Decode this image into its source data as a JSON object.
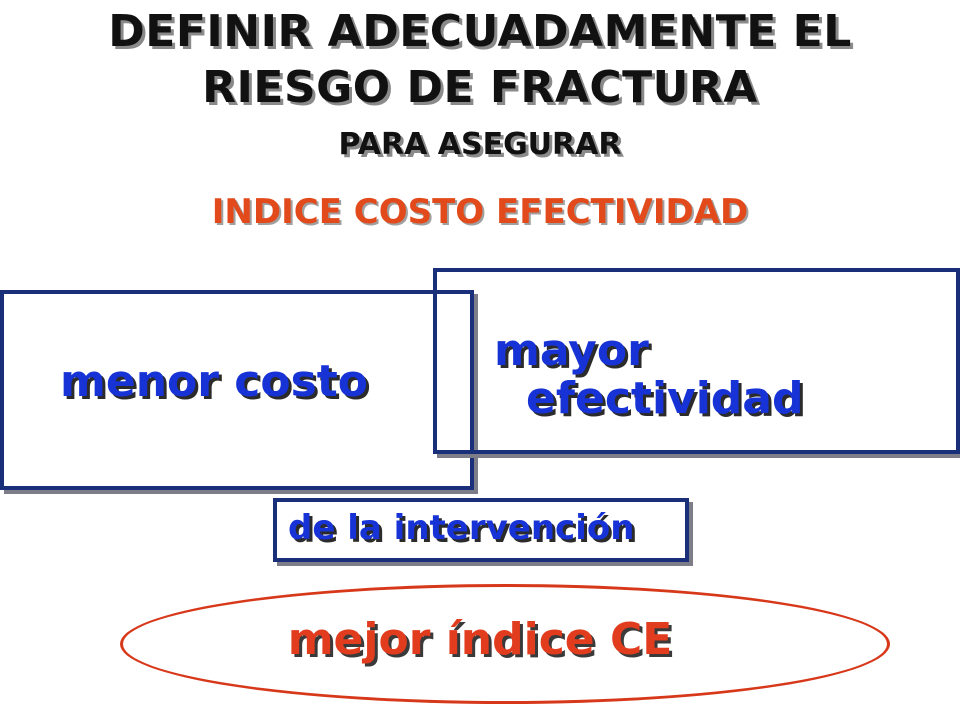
{
  "title": {
    "line1": "DEFINIR ADECUADAMENTE EL",
    "line2": "RIESGO DE FRACTURA",
    "line3": "PARA ASEGURAR"
  },
  "heading": "INDICE COSTO EFECTIVIDAD",
  "boxes": {
    "left": "menor costo",
    "right_line1": "mayor",
    "right_line2": "efectividad",
    "small": "de la intervención"
  },
  "result": "mejor índice CE",
  "colors": {
    "title": "#111111",
    "heading": "#e24a1c",
    "box_border": "#1a2f7a",
    "box_text": "#1733d6",
    "result": "#e23c1e",
    "ellipse": "#d7381a"
  }
}
